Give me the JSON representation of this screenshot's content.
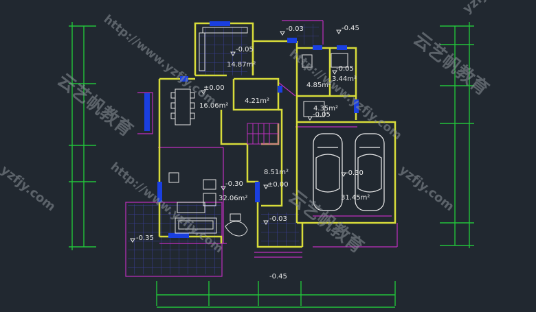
{
  "plan": {
    "levels": {
      "top_left_room": "-0.05",
      "top_right_a": "-0.03",
      "top_right_b": "-0.45",
      "right_small": "-0.05",
      "dining": "±0.00",
      "corridor": "-0.05",
      "garage": "-0.30",
      "living": "-0.30",
      "entry": "±0.00",
      "porch": "-0.03",
      "terrace": "-0.35",
      "bottom": "-0.45"
    },
    "areas": {
      "kitchen": "14.87m²",
      "dining": "16.06m²",
      "storage": "4.21m²",
      "bath_a": "4.85m²",
      "bath_b": "3.44m²",
      "corridor": "4.35m²",
      "stair_hall": "8.51m²",
      "living": "32.06m²",
      "garage": "31.45m²"
    }
  },
  "watermarks": {
    "brand": "云艺帆教育",
    "url": "http://www.yzfjy.com",
    "short": "yzfjy.com"
  },
  "colors": {
    "background": "#212830",
    "walls": "#d8dc3a",
    "aux": "#c02fc0",
    "windows": "#1a3fe0",
    "dimension": "#22c33a",
    "grid": "#3c3f9a"
  }
}
